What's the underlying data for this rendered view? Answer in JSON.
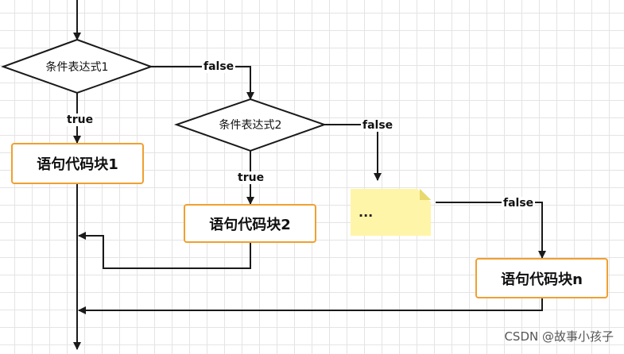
{
  "diagram": {
    "condition1": "条件表达式1",
    "condition2": "条件表达式2",
    "block1": "语句代码块1",
    "block2": "语句代码块2",
    "blockn": "语句代码块n",
    "ellipsis": "...",
    "true_label": "true",
    "false_label": "false"
  },
  "watermark": "CSDN @故事小孩子",
  "colors": {
    "box_border": "#f0a030",
    "note_fill": "#fff5a8",
    "line": "#1a1a1a",
    "grid": "#e4e4e4"
  }
}
